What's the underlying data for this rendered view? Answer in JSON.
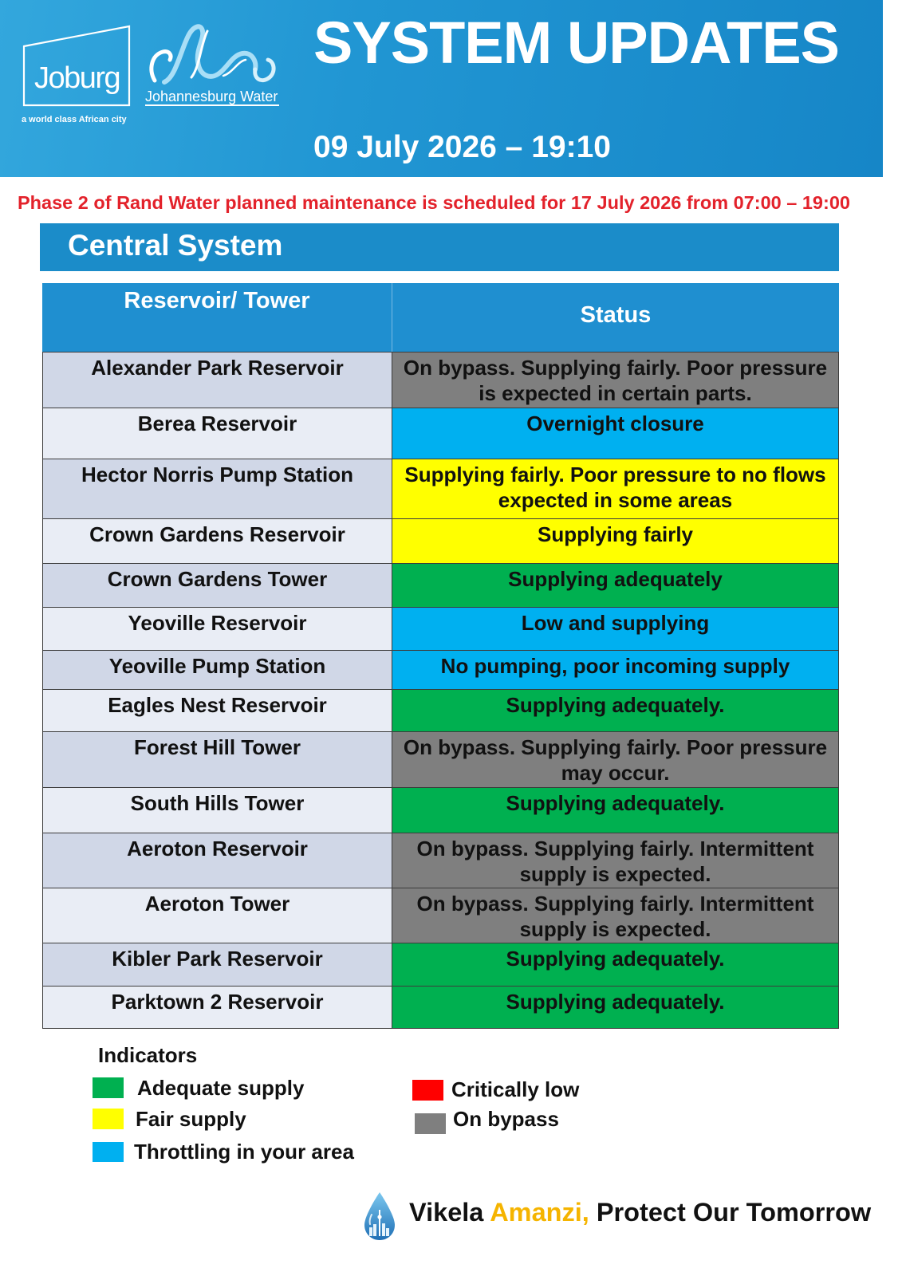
{
  "header": {
    "title": "SYSTEM UPDATES",
    "datetime": "09 July 2026 – 19:10",
    "joburg_logo": {
      "wordmark": "Joburg",
      "tagline": "a world class African city"
    },
    "water_logo": {
      "name": "Johannesburg Water"
    }
  },
  "notice": {
    "text": "Phase 2 of Rand Water planned maintenance is scheduled for 17 July 2026 from 07:00 – 19:00",
    "color": "#e3222b"
  },
  "section": {
    "title": "Central System"
  },
  "table": {
    "columns": [
      "Reservoir/ Tower",
      "Status"
    ],
    "rows": [
      {
        "name": "Alexander Park Reservoir",
        "status": "On bypass. Supplying fairly. Poor pressure is expected in certain parts.",
        "color": "#7f7f7f"
      },
      {
        "name": "Berea Reservoir",
        "status": "Overnight closure",
        "color": "#00b0f0"
      },
      {
        "name": "Hector Norris Pump Station",
        "status": "Supplying fairly. Poor pressure to no flows expected in some areas",
        "color": "#ffff00"
      },
      {
        "name": "Crown Gardens Reservoir",
        "status": "Supplying fairly",
        "color": "#ffff00"
      },
      {
        "name": "Crown Gardens Tower",
        "status": "Supplying adequately",
        "color": "#00b050"
      },
      {
        "name": "Yeoville Reservoir",
        "status": "Low and supplying",
        "color": "#00b0f0"
      },
      {
        "name": "Yeoville Pump Station",
        "status": "No pumping, poor incoming supply",
        "color": "#00b0f0"
      },
      {
        "name": "Eagles Nest Reservoir",
        "status": "Supplying adequately.",
        "color": "#00b050"
      },
      {
        "name": "Forest Hill Tower",
        "status": "On bypass. Supplying fairly. Poor pressure may occur.",
        "color": "#7f7f7f"
      },
      {
        "name": "South Hills Tower",
        "status": "Supplying adequately.",
        "color": "#00b050"
      },
      {
        "name": "Aeroton Reservoir",
        "status": "On bypass. Supplying fairly. Intermittent supply is expected.",
        "color": "#7f7f7f"
      },
      {
        "name": "Aeroton Tower",
        "status": "On bypass. Supplying fairly. Intermittent supply is expected.",
        "color": "#7f7f7f"
      },
      {
        "name": "Kibler Park Reservoir",
        "status": "Supplying adequately.",
        "color": "#00b050"
      },
      {
        "name": "Parktown 2 Reservoir",
        "status": "Supplying adequately.",
        "color": "#00b050"
      }
    ]
  },
  "indicators": {
    "title": "Indicators",
    "items": [
      {
        "label": "Adequate supply",
        "color": "#00b050"
      },
      {
        "label": "Fair supply",
        "color": "#ffff00"
      },
      {
        "label": "Throttling in your area",
        "color": "#00b0f0"
      },
      {
        "label": "Critically low",
        "color": "#ff0000"
      },
      {
        "label": "On bypass",
        "color": "#7f7f7f"
      }
    ]
  },
  "footer": {
    "icon": "water-drop-icon",
    "slogan": {
      "lead": "Vikela",
      "highlight": "Amanzi,",
      "tail": "Protect Our Tomorrow"
    },
    "highlight_color": "#f5b400"
  }
}
